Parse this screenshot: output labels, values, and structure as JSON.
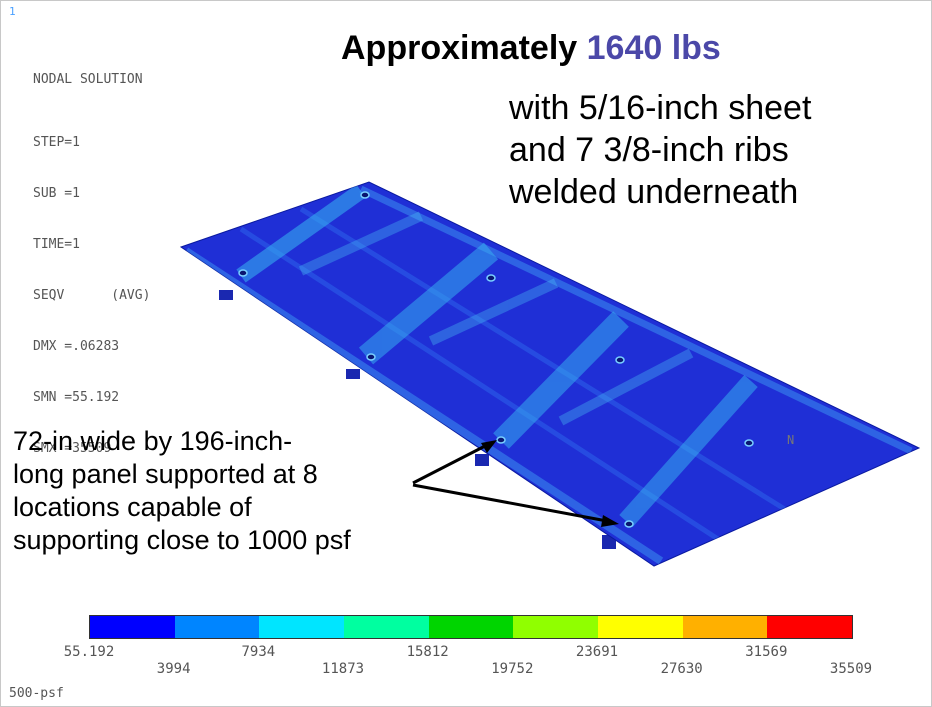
{
  "window_number": "1",
  "solution": {
    "title": "NODAL SOLUTION",
    "lines": [
      "STEP=1",
      "SUB =1",
      "TIME=1",
      "SEQV      (AVG)",
      "DMX =.06283",
      "SMN =55.192",
      "SMX =35509"
    ]
  },
  "headline": {
    "prefix": "Approximately ",
    "load": "1640 lbs"
  },
  "description": [
    "with 5/16-inch sheet",
    "and 7 3/8-inch ribs",
    "welded underneath"
  ],
  "panel_note": [
    "72-in wide by 196-inch-",
    "long panel supported at 8",
    "locations capable of",
    "supporting close to 1000 psf"
  ],
  "partial_label": "N",
  "legend": {
    "colors": [
      "#0000ff",
      "#0085ff",
      "#00e5ff",
      "#00ffa0",
      "#00d500",
      "#90ff00",
      "#ffff00",
      "#ffb000",
      "#ff0000"
    ],
    "ticks_top": [
      "55.192",
      "7934",
      "15812",
      "23691",
      "31569"
    ],
    "ticks_bottom": [
      "3994",
      "11873",
      "19752",
      "27630",
      "35509"
    ]
  },
  "load_case": "500-psf",
  "colors": {
    "headline_load": "#4b48a8",
    "plate_base": "#1f2fd6",
    "plate_highlight": "#2aa0ea"
  }
}
